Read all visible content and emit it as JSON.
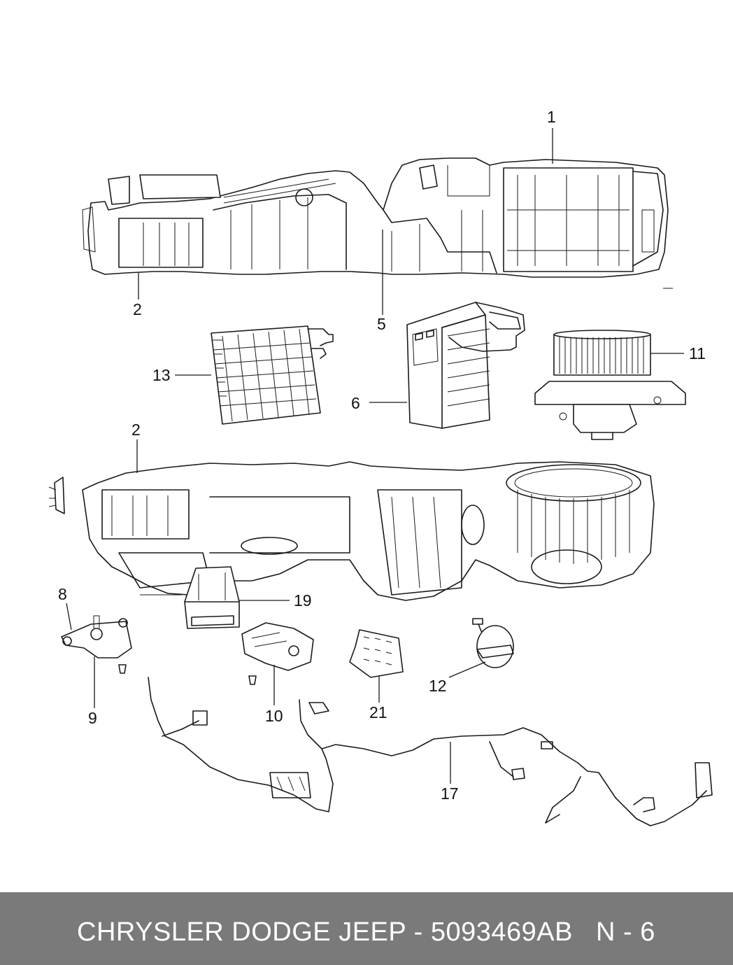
{
  "footer": {
    "title": "CHRYSLER DODGE JEEP - 5093469AB",
    "code": "N - 6"
  },
  "callouts": [
    "1",
    "2",
    "5",
    "13",
    "6",
    "11",
    "2",
    "8",
    "19",
    "9",
    "10",
    "21",
    "12",
    "17"
  ]
}
